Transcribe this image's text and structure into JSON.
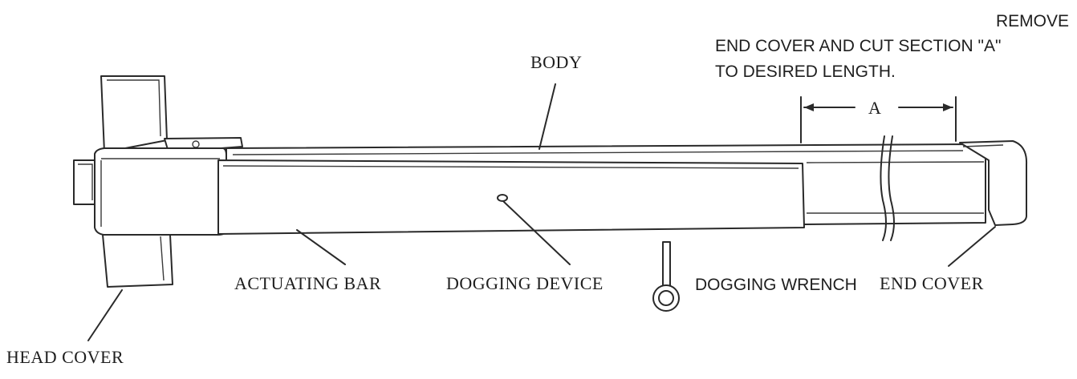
{
  "labels": {
    "body": "BODY",
    "actuating_bar": "ACTUATING BAR",
    "dogging_device": "DOGGING DEVICE",
    "dogging_wrench": "DOGGING WRENCH",
    "end_cover": "END COVER",
    "head_cover": "HEAD COVER",
    "dimension_a": "A"
  },
  "instruction": {
    "line1": "REMOVE",
    "line2": "END COVER AND CUT SECTION \"A\"",
    "line3": "TO DESIRED LENGTH."
  }
}
